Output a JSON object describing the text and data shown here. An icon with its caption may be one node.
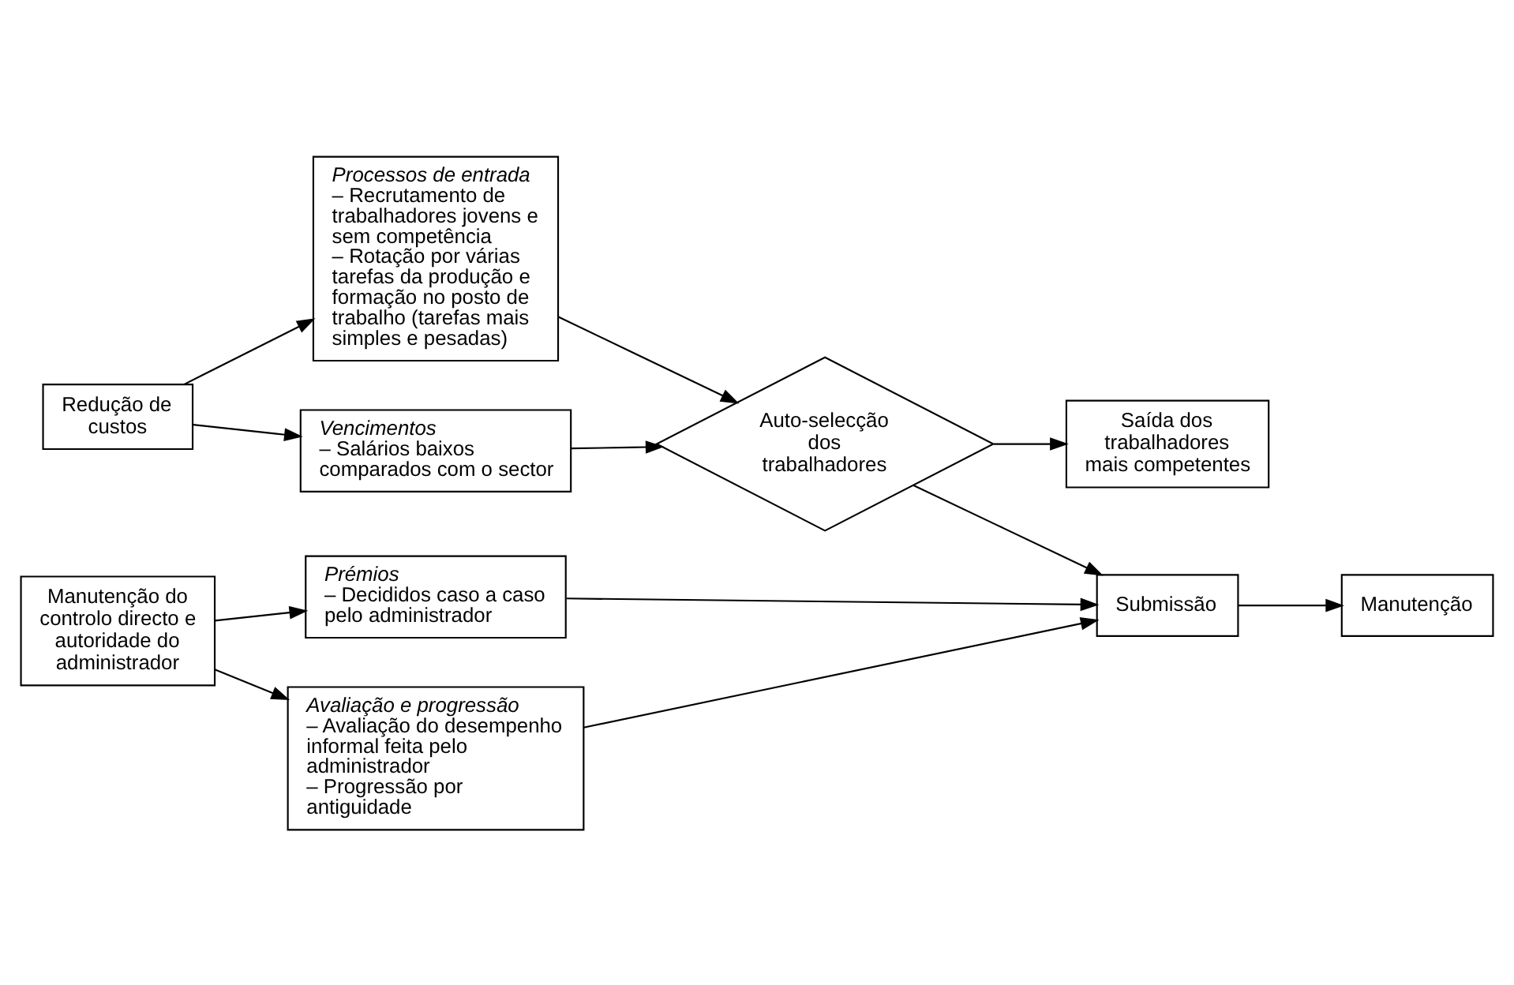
{
  "diagram": {
    "nodes": [
      {
        "text": [
          "Redução de custos"
        ]
      },
      {
        "text": [
          "Processos de entrada",
          "– Recrutamento de trabalhadores jovens e sem competência",
          "– Rotação por várias tarefas da produção e formação no posto de trabalho (tarefas mais simples e pesadas)"
        ]
      },
      {
        "text": [
          "Vencimentos",
          "– Salários baixos comparados com o sector"
        ]
      },
      {
        "text": [
          "Auto-selecção dos trabalhadores"
        ]
      },
      {
        "text": [
          "Saída dos trabalhadores mais competentes"
        ]
      },
      {
        "text": [
          "Manutenção do controlo directo e autoridade do administrador"
        ]
      },
      {
        "text": [
          "Prémios",
          "– Decididos caso a caso pelo administrador"
        ]
      },
      {
        "text": [
          "Submissão"
        ]
      },
      {
        "text": [
          "Avaliação e progressão",
          "– Avaliação do desempenho informal feita pelo administrador",
          "– Progressão por antiguidade"
        ]
      },
      {
        "text": [
          "Manutenção"
        ]
      }
    ],
    "edges": [
      {
        "from": 0,
        "to": 1,
        "arrow": "to"
      },
      {
        "from": 0,
        "to": 2,
        "arrow": "to"
      },
      {
        "from": 1,
        "to": 3,
        "arrow": "to"
      },
      {
        "from": 2,
        "to": 3,
        "arrow": "to"
      },
      {
        "from": 3,
        "to": 4,
        "arrow": "to"
      },
      {
        "from": 3,
        "to": 7,
        "arrow": "to"
      },
      {
        "from": 5,
        "to": 6,
        "arrow": "to"
      },
      {
        "from": 5,
        "to": 8,
        "arrow": "to"
      },
      {
        "from": 6,
        "to": 7,
        "arrow": "to"
      },
      {
        "from": 8,
        "to": 7,
        "arrow": "to"
      },
      {
        "from": 7,
        "to": 9,
        "arrow": "to"
      }
    ]
  }
}
